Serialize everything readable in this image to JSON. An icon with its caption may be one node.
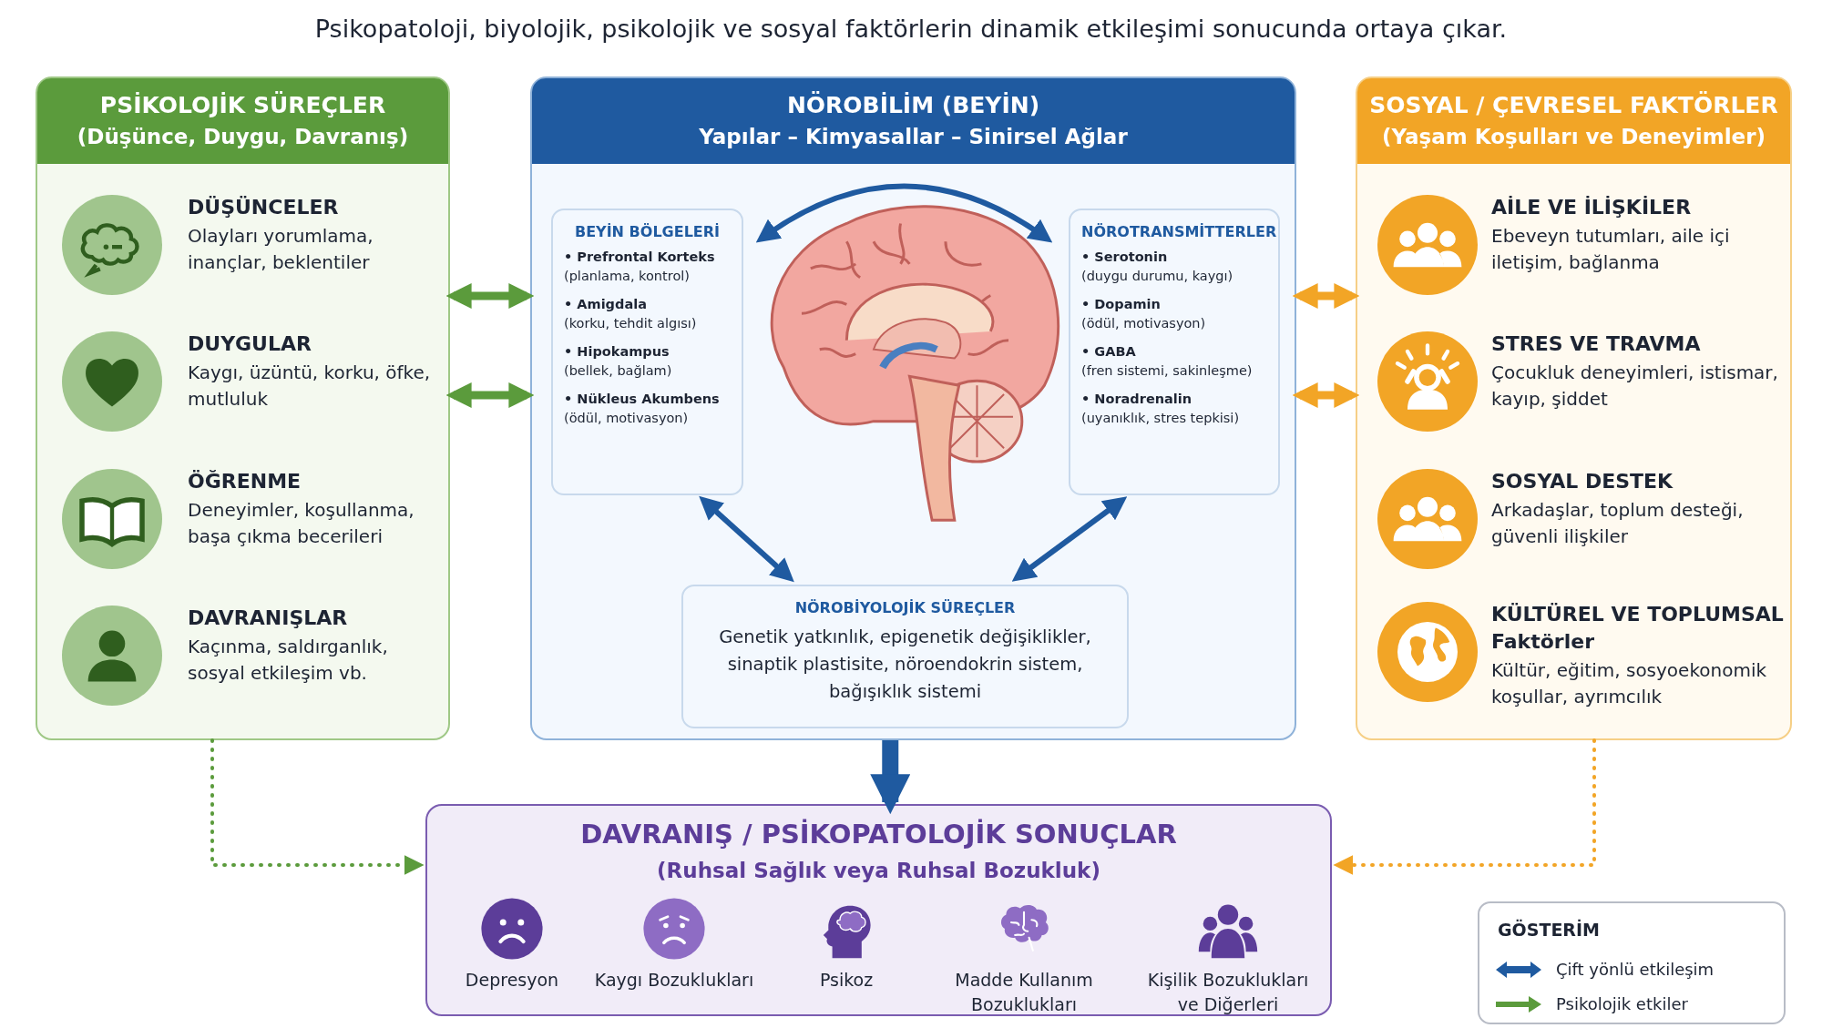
{
  "diagram": {
    "nodes": [
      {
        "text": [
          "PSİKOLOJİK SÜREÇLER",
          "(Düşünce, Duygu, Davranış)"
        ]
      },
      {
        "text": [
          "DÜŞÜNCELER",
          "Olayları yorumlama, inançlar, beklentiler"
        ],
        "in": 0
      },
      {
        "text": [
          "DUYGULAR",
          "Kaygı, üzüntü, korku, öfke, mutluluk"
        ],
        "in": 0
      },
      {
        "text": [
          "ÖĞRENME",
          "Deneyimler, koşullanma, başa çıkma becerileri"
        ],
        "in": 0
      },
      {
        "text": [
          "DAVRANIŞLAR",
          "Kaçınma, saldırganlık, sosyal etkileşim vb."
        ],
        "in": 0
      },
      {
        "text": [
          "NÖROBİLİM (BEYİN)",
          "Yapılar – Kimyasallar – Sinirsel Ağlar"
        ]
      },
      {
        "text": [
          "BEYİN BÖLGELERİ",
          "**• Prefrontal Korteks** (planlama, kontrol)",
          "**• Amigdala** (korku, tehdit algısı)",
          "**• Hipokampus** (bellek, bağlam)",
          "**• Nükleus Akumbens** (ödül, motivasyon)"
        ],
        "in": 5
      },
      {
        "text": [
          "NÖROTRANSMİTTERLER",
          "**• Serotonin** (duygu durumu, kaygı)",
          "**• Dopamin** (ödül, motivasyon)",
          "**• GABA** (fren sistemi, sakinleşme)",
          "**• Noradrenalin** (uyanıklık, stres tepkisi)"
        ],
        "in": 5
      },
      {
        "text": [
          "NÖROBİYOLOJİK SÜREÇLER",
          "Genetik yatkınlık, epigenetik değişiklikler, sinaptik plastisite, nöroendokrin sistem, bağışıklık sistemi"
        ],
        "in": 5
      },
      {
        "text": [
          "SOSYAL / ÇEVRESEL FAKTÖRLER",
          "(Yaşam Koşulları ve Deneyimler)"
        ]
      },
      {
        "text": [
          "AİLE VE İLİŞKİLER",
          "Ebeveyn tutumları, aile içi iletişim, bağlanma"
        ],
        "in": 9
      },
      {
        "text": [
          "STRES VE TRAVMA",
          "Çocukluk deneyimleri, istismar, kayıp, şiddet"
        ],
        "in": 9
      },
      {
        "text": [
          "SOSYAL DESTEK",
          "Arkadaşlar, toplum desteği, güvenli ilişkiler"
        ],
        "in": 9
      },
      {
        "text": [
          "KÜLTÜREL VE TOPLUMSAL Faktörler",
          "Kültür, eğitim, sosyoekonomik koşullar, ayrımcılık"
        ],
        "in": 9
      },
      {
        "text": [
          "DAVRANIŞ / PSİKOPATOLOJİK SONUÇLAR",
          "(Ruhsal Sağlık veya Ruhsal Bozukluk)"
        ]
      },
      {
        "text": [
          "Depresyon"
        ],
        "in": 14
      },
      {
        "text": [
          "Kaygı Bozuklukları"
        ],
        "in": 14
      },
      {
        "text": [
          "Psikoz"
        ],
        "in": 14
      },
      {
        "text": [
          "Madde Kullanım Bozuklukları"
        ],
        "in": 14
      },
      {
        "text": [
          "Kişilik Bozuklukları ve Diğerleri"
        ],
        "in": 14
      }
    ],
    "edges": [
      {
        "from": 0,
        "to": 5,
        "arrow": "both",
        "color": "#5b9b3c"
      },
      {
        "from": 0,
        "to": 5,
        "arrow": "both",
        "color": "#5b9b3c"
      },
      {
        "from": 5,
        "to": 9,
        "arrow": "both",
        "color": "#f2a526"
      },
      {
        "from": 5,
        "to": 9,
        "arrow": "both",
        "color": "#f2a526"
      },
      {
        "from": 6,
        "to": 7,
        "arrow": "both"
      },
      {
        "from": 6,
        "to": 8,
        "arrow": "both"
      },
      {
        "from": 7,
        "to": 8,
        "arrow": "both"
      },
      {
        "from": 5,
        "to": 14,
        "arrow": "to",
        "style": "thick"
      },
      {
        "from": 0,
        "to": 14,
        "arrow": "to",
        "style": "dashed",
        "color": "#5b9b3c"
      },
      {
        "from": 9,
        "to": 14,
        "arrow": "to",
        "style": "dashed",
        "color": "#f2a526"
      }
    ],
    "labels": [
      "Psikopatoloji, biyolojik, psikolojik ve sosyal faktörlerin dinamik etkileşimi sonucunda ortaya çıkar.",
      "GÖSTERİM"
    ],
    "legend": [
      {
        "text": "Çift yönlü etkileşim"
      },
      {
        "text": "Psikolojik etkiler"
      }
    ]
  }
}
